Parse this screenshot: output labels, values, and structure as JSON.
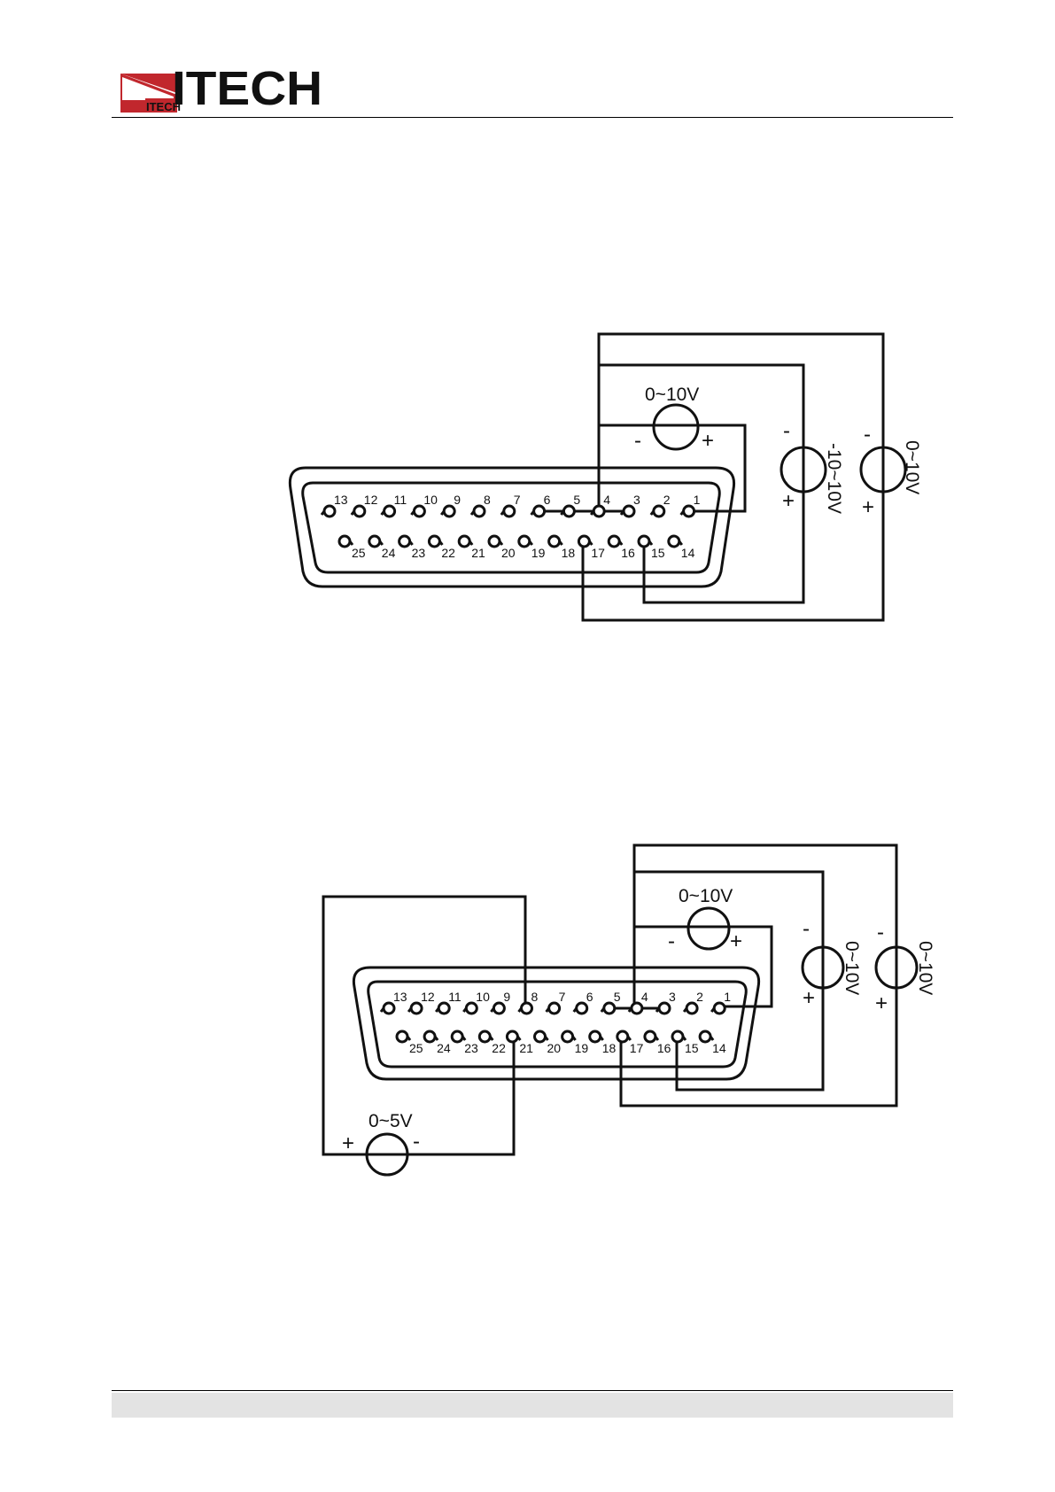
{
  "header": {
    "logo_text": "ITECH",
    "logo_mark_text": "ITECH",
    "brand_color": "#c1272d"
  },
  "diagram1": {
    "pins_top": [
      "13",
      "12",
      "11",
      "10",
      "9",
      "8",
      "7",
      "6",
      "5",
      "4",
      "3",
      "2",
      "1"
    ],
    "pins_bottom": [
      "25",
      "24",
      "23",
      "22",
      "21",
      "20",
      "19",
      "18",
      "17",
      "16",
      "15",
      "14"
    ],
    "source_a": {
      "label": "0~10V",
      "minus": "-",
      "plus": "+"
    },
    "source_b": {
      "label": "-10~10V",
      "minus": "-",
      "plus": "+"
    },
    "source_c": {
      "label": "0~10V",
      "minus": "-",
      "plus": "+"
    }
  },
  "diagram2": {
    "pins_top": [
      "13",
      "12",
      "11",
      "10",
      "9",
      "8",
      "7",
      "6",
      "5",
      "4",
      "3",
      "2",
      "1"
    ],
    "pins_bottom": [
      "25",
      "24",
      "23",
      "22",
      "21",
      "20",
      "19",
      "18",
      "17",
      "16",
      "15",
      "14"
    ],
    "source_a": {
      "label": "0~10V",
      "minus": "-",
      "plus": "+"
    },
    "source_b": {
      "label": "0~10V",
      "minus": "-",
      "plus": "+"
    },
    "source_c": {
      "label": "0~10V",
      "minus": "-",
      "plus": "+"
    },
    "source_d": {
      "label": "0~5V",
      "minus": "-",
      "plus": "+"
    }
  }
}
